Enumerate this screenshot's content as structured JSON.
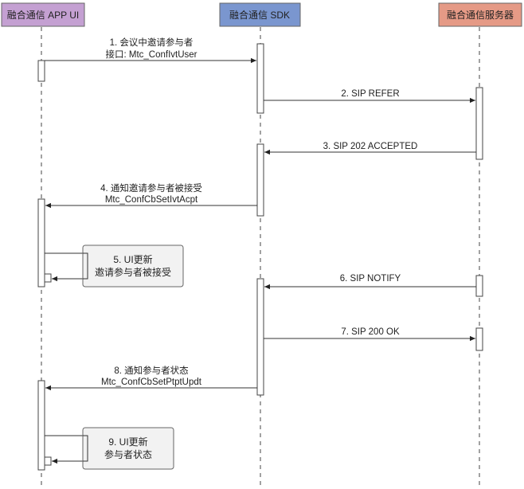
{
  "participants": {
    "app": {
      "label": "融合通信 APP UI",
      "color": "#c4a0d2"
    },
    "sdk": {
      "label": "融合通信 SDK",
      "color": "#7a96cf"
    },
    "server": {
      "label": "融合通信服务器",
      "color": "#e59a86"
    }
  },
  "messages": [
    {
      "label": "1. 会议中邀请参与者",
      "label2": "接口: Mtc_ConfIvtUser"
    },
    {
      "label": "2. SIP REFER"
    },
    {
      "label": "3. SIP 202 ACCEPTED"
    },
    {
      "label": "4. 通知邀请参与者被接受",
      "label2": "Mtc_ConfCbSetIvtAcpt"
    },
    {
      "label": "6. SIP NOTIFY"
    },
    {
      "label": "7. SIP 200 OK"
    },
    {
      "label": "8. 通知参与者状态",
      "label2": "Mtc_ConfCbSetPtptUpdt"
    }
  ],
  "notes": [
    {
      "line1": "5. UI更新",
      "line2": "邀请参与者被接受"
    },
    {
      "line1": "9. UI更新",
      "line2": "参与者状态"
    }
  ]
}
